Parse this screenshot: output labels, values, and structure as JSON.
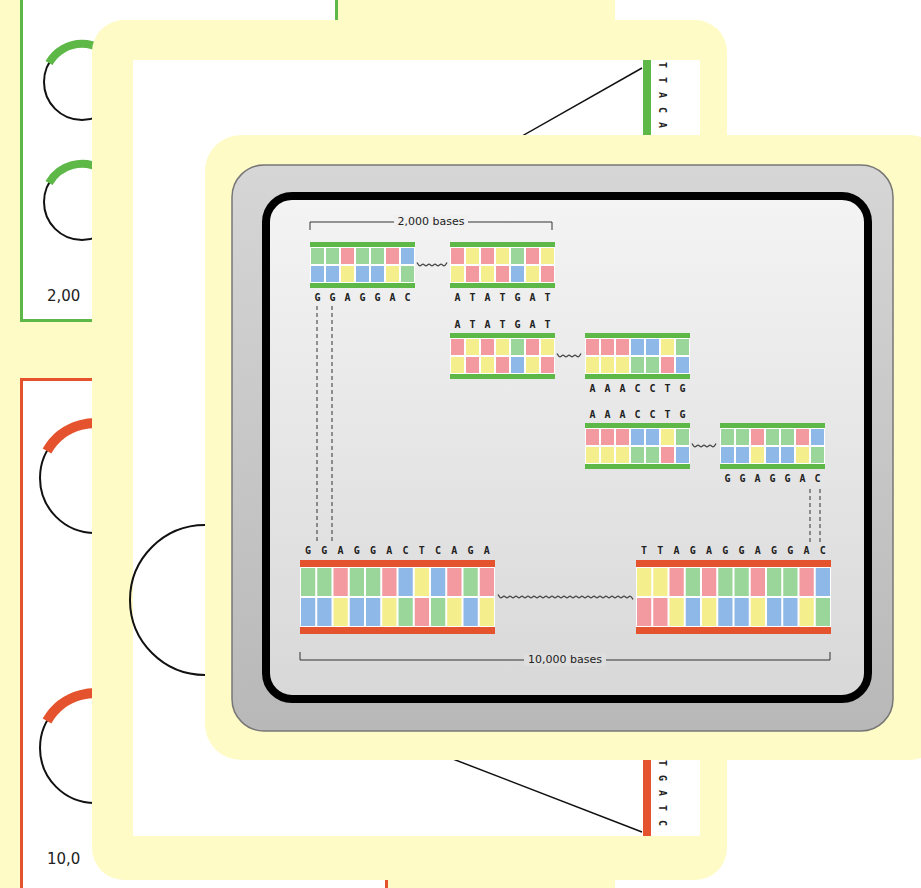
{
  "diagram": {
    "nodes": [
      {
        "text": [
          "2,00"
        ]
      },
      {
        "text": [
          "10,0"
        ]
      }
    ],
    "labels": [
      "TTACA",
      "TGATC",
      "2,000 bases",
      "GGAGGAC",
      "ATATGAT",
      "ATATGAT",
      "AAACCTG",
      "AAACCTG",
      "GGAGGAC",
      "GGAGGACTCAGA",
      "TTAGAGGAGGAC",
      "10,000 bases"
    ]
  }
}
